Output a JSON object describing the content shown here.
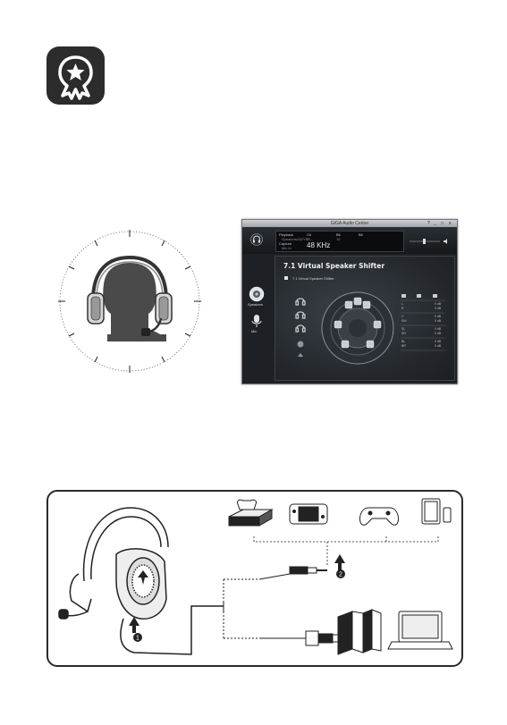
{
  "app": {
    "window_title": "GIGA Audio Center",
    "window_buttons": [
      "?",
      "_",
      "□",
      "x"
    ],
    "info": {
      "playback_label": "Playback",
      "playback_value": "Speakers/ODYSS...",
      "capture_label": "Capture",
      "capture_value": "Mic In",
      "ch_label": "Ch",
      "ch_value": "2",
      "sample_rate": "48 KHz",
      "bit_label": "Bit",
      "bit_value": "16"
    },
    "panel_title": "7.1 Virtual Speaker Shifter",
    "checkbox_label": "7.1 Virtual Speaker Shifter",
    "side": {
      "speakers_label": "Speakers",
      "mic_label": "Mic"
    },
    "table_rows": [
      "L",
      "R",
      "C",
      "SW",
      "SL",
      "SR",
      "BL",
      "BR"
    ],
    "table_value": "0 dB"
  },
  "setup": {
    "callouts": [
      "1",
      "2"
    ],
    "devices": [
      "xbox-console",
      "nintendo-switch",
      "ps4-controller",
      "tablet-phone",
      "ps5-console",
      "laptop"
    ]
  },
  "colors": {
    "dark": "#2c2c2c",
    "app_bg": "#1d2024",
    "accent_blue": "#a6c8e8"
  }
}
